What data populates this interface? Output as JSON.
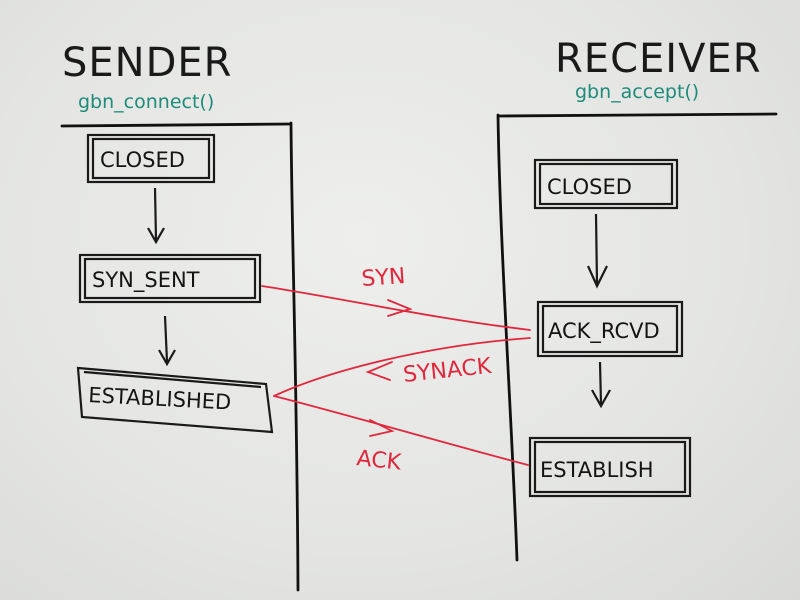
{
  "sender": {
    "title": "SENDER",
    "function": "gbn_connect()",
    "states": [
      "CLOSED",
      "SYN_SENT",
      "ESTABLISHED"
    ]
  },
  "receiver": {
    "title": "RECEIVER",
    "function": "gbn_accept()",
    "states": [
      "CLOSED",
      "ACK_RCVD",
      "ESTABLISH"
    ]
  },
  "messages": [
    "SYN",
    "SYNACK",
    "ACK"
  ],
  "colors": {
    "ink": "#1a1a1a",
    "function_ink": "#1d8c7a",
    "message_ink": "#e0283d",
    "board": "#e6e7e5"
  }
}
